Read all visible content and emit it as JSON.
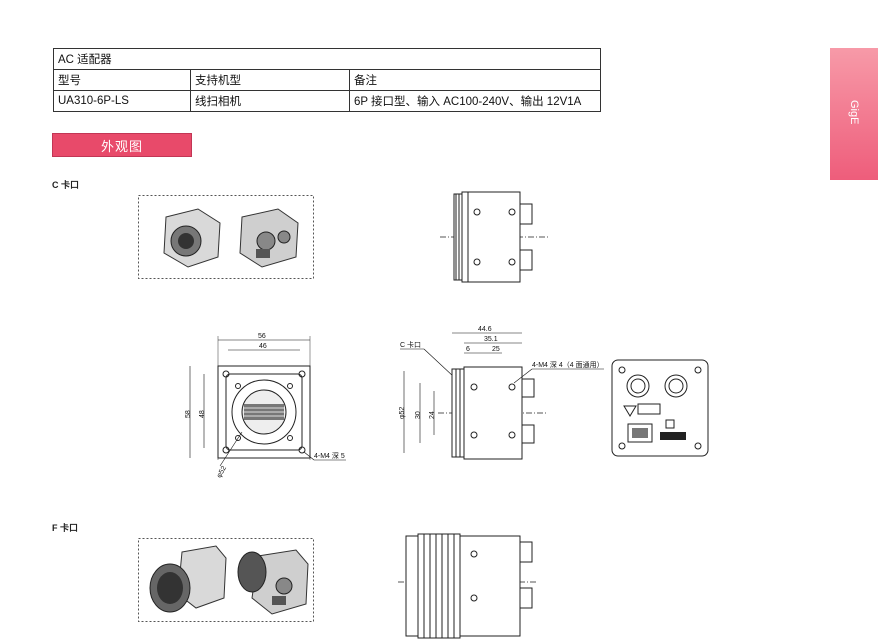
{
  "table": {
    "title": "AC 适配器",
    "headers": [
      "型号",
      "支持机型",
      "备注"
    ],
    "row": [
      "UA310-6P-LS",
      "线扫相机",
      "6P 接口型、输入 AC100-240V、输出 12V1A"
    ]
  },
  "section_title": "外观图",
  "side_tab": "GigE",
  "mount_c": "C 卡口",
  "mount_f": "F 卡口",
  "dims": {
    "w56": "56",
    "w46": "46",
    "h58": "58",
    "h48": "48",
    "dia52_front": "φ52",
    "m4_front": "4-M4 深 5",
    "c_mount_callout": "C 卡口",
    "d44_6": "44.6",
    "d35_1": "35.1",
    "d25": "25",
    "d6": "6",
    "m4_side": "4-M4 深 4（4 面通用）",
    "dia52_side": "φ52",
    "h30": "30",
    "h24": "24"
  }
}
